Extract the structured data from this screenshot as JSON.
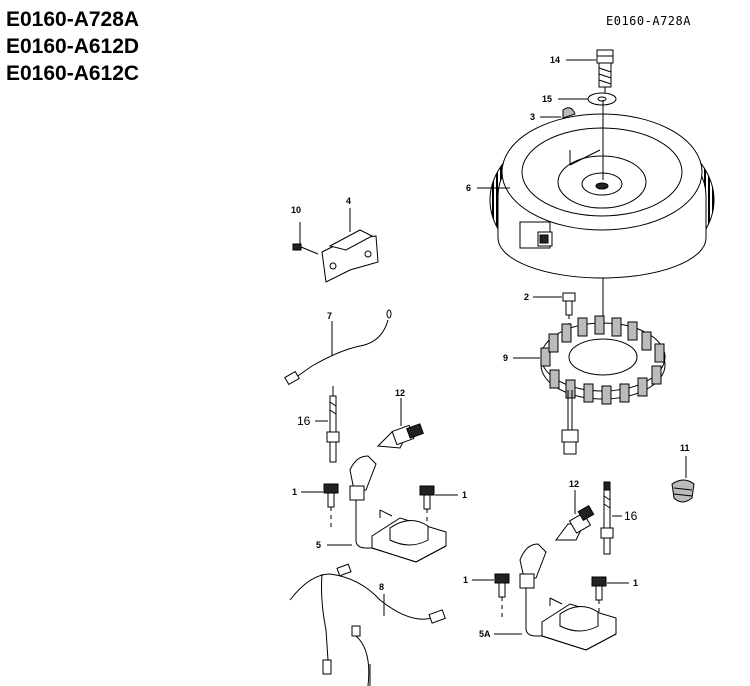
{
  "titles": [
    "E0160-A728A",
    "E0160-A612D",
    "E0160-A612C"
  ],
  "diagram_code": "E0160-A728A",
  "callouts": {
    "c14": "14",
    "c15": "15",
    "c3": "3",
    "c6": "6",
    "c10": "10",
    "c4": "4",
    "c2": "2",
    "c9": "9",
    "c7": "7",
    "c16a": "16",
    "c12a": "12",
    "c11": "11",
    "c1a": "1",
    "c1b": "1",
    "c5": "5",
    "c12b": "12",
    "c16b": "16",
    "c1c": "1",
    "c1d": "1",
    "c8": "8",
    "c5a": "5A"
  }
}
